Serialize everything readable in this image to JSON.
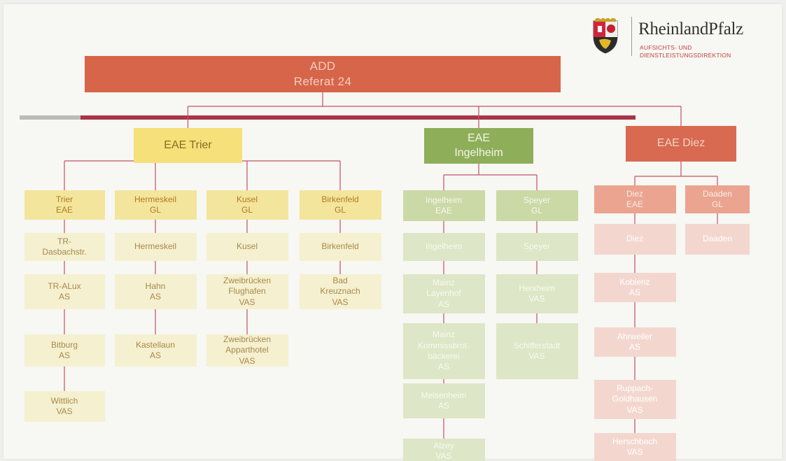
{
  "header": {
    "logo_name": "RheinlandPfalz",
    "logo_sub": [
      "AUFSICHTS- UND",
      "DIENSTLEISTUNGSDIREKTION"
    ]
  },
  "colors": {
    "root": "#d7654a",
    "trier_header": "#f5e07a",
    "trier_unit": "#f4e59c",
    "trier_site": "#f5f0cf",
    "ingelheim_header": "#8fae5a",
    "ingelheim_unit": "#cbd9a6",
    "ingelheim_site": "#dde6c6",
    "diez_header": "#d86a52",
    "diez_unit": "#eaa490",
    "diez_site": "#f3d7cf",
    "line": "#c15366",
    "band": "#a93548",
    "band_grey": "#bbbbbb"
  },
  "org": {
    "root": [
      "ADD",
      "Referat 24"
    ],
    "regions": [
      {
        "label": [
          "EAE Trier"
        ],
        "columns": [
          [
            [
              "Trier",
              "EAE"
            ],
            [
              "TR-",
              "Dasbachstr."
            ],
            [
              "TR-ALux",
              "AS"
            ],
            [
              "Bitburg",
              "AS"
            ],
            [
              "Wittlich",
              "VAS"
            ]
          ],
          [
            [
              "Hermeskeil",
              "GL"
            ],
            [
              "Hermeskeil"
            ],
            [
              "Hahn",
              "AS"
            ],
            [
              "Kastellaun",
              "AS"
            ]
          ],
          [
            [
              "Kusel",
              "GL"
            ],
            [
              "Kusel"
            ],
            [
              "Zweibrücken",
              "Flughafen",
              "VAS"
            ],
            [
              "Zweibrücken",
              "Apparthotel",
              "VAS"
            ]
          ],
          [
            [
              "Birkenfeld",
              "GL"
            ],
            [
              "Birkenfeld"
            ],
            [
              "Bad",
              "Kreuznach",
              "VAS"
            ]
          ]
        ]
      },
      {
        "label": [
          "EAE",
          "Ingelheim"
        ],
        "columns": [
          [
            [
              "Ingelheim",
              "EAE"
            ],
            [
              "Ingelheim"
            ],
            [
              "Mainz",
              "Layenhof",
              "AS"
            ],
            [
              "Mainz",
              "Kommissbrot-",
              "bäckerei",
              "AS"
            ],
            [
              "Meisenheim",
              "AS"
            ],
            [
              "Alzey",
              "VAS"
            ]
          ],
          [
            [
              "Speyer",
              "GL"
            ],
            [
              "Speyer"
            ],
            [
              "Herxheim",
              "VAS"
            ],
            [
              "Schifferstadt",
              "VAS"
            ]
          ]
        ]
      },
      {
        "label": [
          "EAE Diez"
        ],
        "columns": [
          [
            [
              "Diez",
              "EAE"
            ],
            [
              "Diez"
            ],
            [
              "Koblenz",
              "AS"
            ],
            [
              "Ahrweiler",
              "AS"
            ],
            [
              "Ruppach-",
              "Goldhausen",
              "VAS"
            ],
            [
              "Herschbach",
              "VAS"
            ]
          ],
          [
            [
              "Daaden",
              "GL"
            ],
            [
              "Daaden"
            ]
          ]
        ]
      }
    ]
  }
}
